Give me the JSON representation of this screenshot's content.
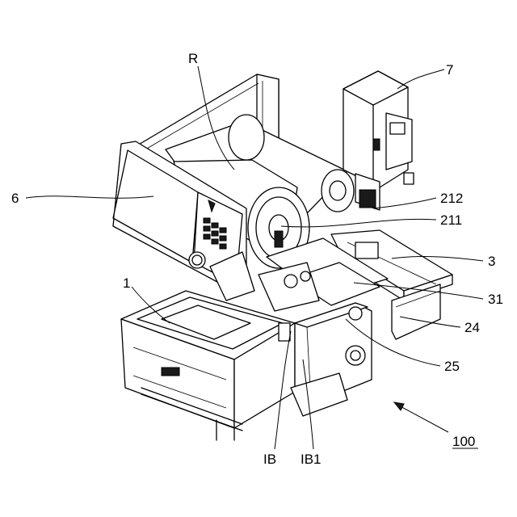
{
  "figure": {
    "labels": {
      "R": "R",
      "n7": "7",
      "n6": "6",
      "n212": "212",
      "n211": "211",
      "n3": "3",
      "n1": "1",
      "n31": "31",
      "n24": "24",
      "n25": "25",
      "n100": "100",
      "IB": "IB",
      "IB1": "IB1"
    }
  }
}
